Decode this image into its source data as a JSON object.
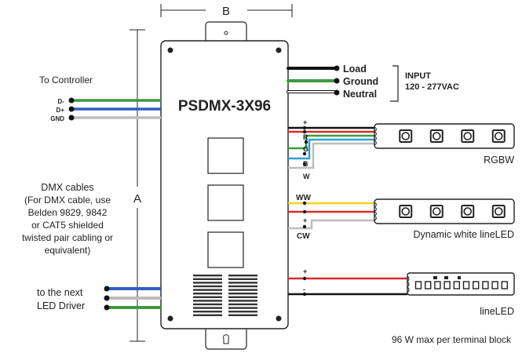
{
  "dimensions": {
    "width_label": "B",
    "height_label": "A"
  },
  "device": {
    "model": "PSDMX-3X96"
  },
  "input": {
    "title": "INPUT",
    "voltage": "120 - 277VAC",
    "wires": {
      "load": "Load",
      "ground": "Ground",
      "neutral": "Neutral"
    }
  },
  "controller": {
    "title": "To Controller",
    "pins": {
      "dminus": "D-",
      "dplus": "D+",
      "gnd": "GND"
    }
  },
  "dmx_note": {
    "title": "DMX cables",
    "lines": [
      "(For DMX cable, use",
      "Belden 9829, 9842",
      "or CAT5 shielded",
      "twisted pair cabling or",
      "equivalent)"
    ]
  },
  "next_driver": {
    "lines": [
      "to the next",
      "LED Driver"
    ]
  },
  "outputs": {
    "rgbw": {
      "name": "RGBW",
      "terminals": {
        "plus": "+",
        "r": "R",
        "g": "G",
        "b": "B",
        "w": "W"
      }
    },
    "dynamic_white": {
      "name": "Dynamic white lineLED",
      "terminals": {
        "ww": "WW",
        "plus": "+",
        "cw": "CW"
      }
    },
    "lineled": {
      "name": "lineLED",
      "terminals": {
        "plus": "+",
        "minus": "-"
      }
    }
  },
  "footer_note": "96 W max per terminal block",
  "colors": {
    "red": "#d92b2b",
    "green": "#3e9a3e",
    "blue": "#2f5fc4",
    "white_wire": "#bdbdbd",
    "black": "#111111",
    "yellow": "#f2d31a",
    "gray": "#9a9a9a"
  }
}
